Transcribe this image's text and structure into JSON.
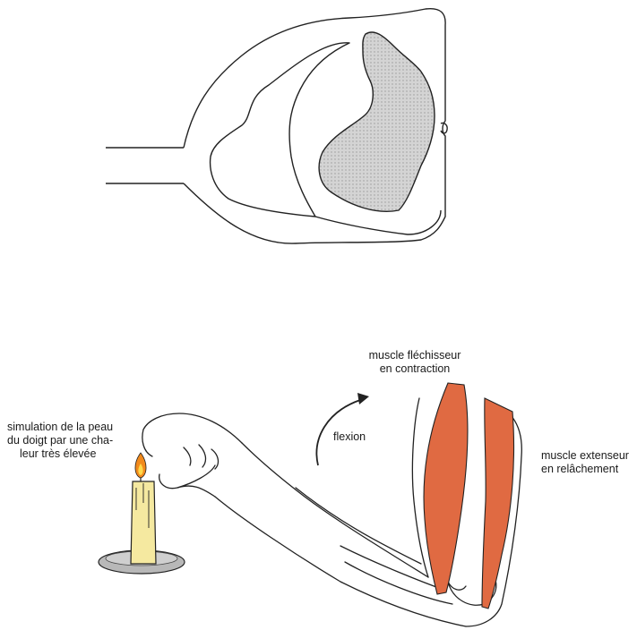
{
  "labels": {
    "stimulus_line1": "simulation de la peau",
    "stimulus_line2": "du doigt par une cha-",
    "stimulus_line3": "leur très élevée",
    "flexor_line1": "muscle fléchisseur",
    "flexor_line2": "en contraction",
    "movement": "flexion",
    "extensor_line1": "muscle extenseur",
    "extensor_line2": "en relâchement"
  },
  "colors": {
    "muscle": "#e06a42",
    "grey_matter": "#cfcfcf",
    "candle": "#f5e9a0",
    "flame_outer": "#f28a1c",
    "flame_inner": "#ffd94a",
    "dish": "#b8b8b8",
    "outline": "#222222"
  }
}
